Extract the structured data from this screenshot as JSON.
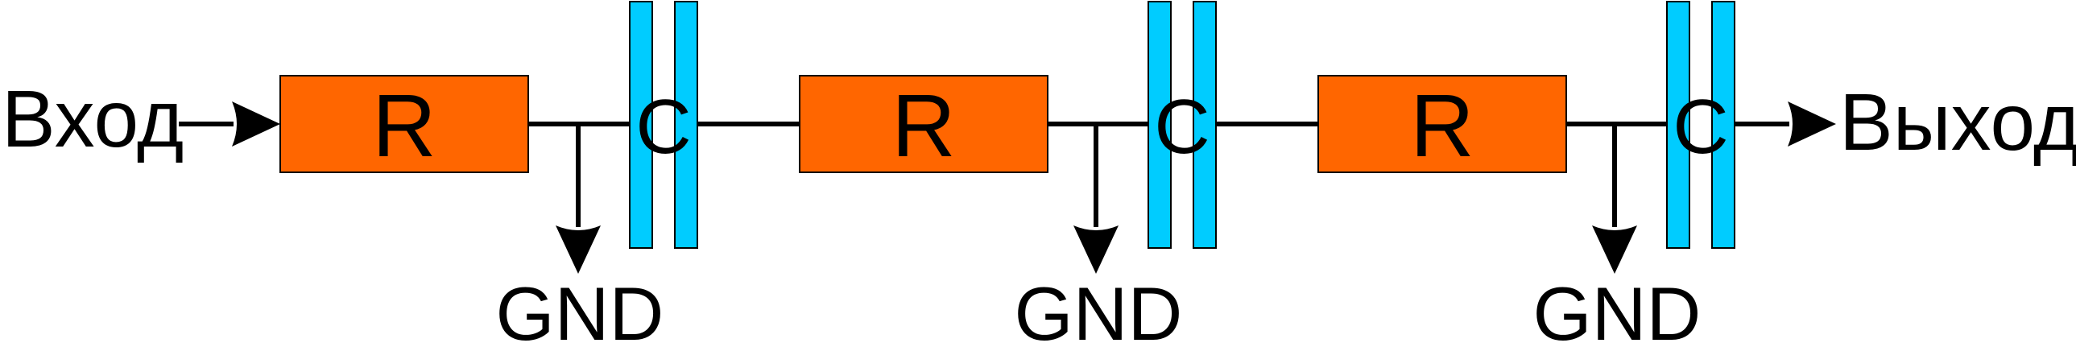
{
  "input_label": "Вход",
  "output_label": "Выход",
  "colors": {
    "resistor_fill": "#ff6600",
    "capacitor_fill": "#00ccff",
    "wire": "#000000"
  },
  "stages": [
    {
      "resistor_label": "R",
      "capacitor_label": "C",
      "ground_label": "GND"
    },
    {
      "resistor_label": "R",
      "capacitor_label": "C",
      "ground_label": "GND"
    },
    {
      "resistor_label": "R",
      "capacitor_label": "C",
      "ground_label": "GND"
    }
  ]
}
